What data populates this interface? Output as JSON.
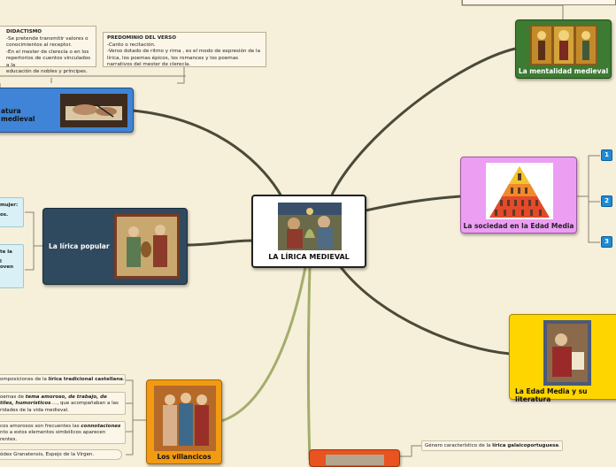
{
  "central": {
    "title": "LA LÍRICA MEDIEVAL"
  },
  "nodes": {
    "literatura": "atura medieval",
    "lirica_popular": "La lírica popular",
    "villancicos": "Los villancicos",
    "mentalidad": "La mentalidad medieval",
    "sociedad": "La sociedad en la Edad Media",
    "edad_media": "La Edad Media y su literatura"
  },
  "notes": {
    "didactismo": {
      "title": "DIDACTISMO",
      "lines": [
        "-Se pretende transmitir valores o",
        "conocimientos al receptor.",
        "-En el mester de clerecía o en los",
        "repertorios de cuentos vinculados a la",
        "educación de nobles y príncipes."
      ]
    },
    "verso": {
      "title": "PREDOMINIO DEL VERSO",
      "lines": [
        "-Canto o recitación.",
        "-Verso dotado de ritmo y rima , es el modo de expresión de la",
        "lírica, los poemas épicos, los romances y los poemas",
        "narrativos del mester de clerecía."
      ]
    }
  },
  "popular_side": {
    "item1_a": "mujer:",
    "item1_b": "os.",
    "item2_a": "te la",
    "item2_b": "l",
    "item2_c": "oven"
  },
  "villancicos_notes": {
    "n1_pre": "omposiciones de la ",
    "n1_bold": "lírica tradicional castellana",
    "n1_post": ".",
    "n2_pre": "oemas de ",
    "n2_bold": "tema amoroso, de trabajo, de",
    "n2_bold2": "tiles, humorísticos",
    "n2_post": "...., que acompañaban a las",
    "n2_line3": "ridades de la vida medieval.",
    "n3_pre": "cos amorosos son frecuentes las ",
    "n3_bold": "connotaciones",
    "n3_line2": "nto a estos elementos simbólicos aparecen",
    "n3_line3": "rentes.",
    "n4": "ódex Granatensis, Espejo de la Virgen."
  },
  "galaico": {
    "pre": "Género característico de la ",
    "bold": "lírica galaicoportuguesa",
    "post": "."
  },
  "badges": [
    "1",
    "2",
    "3"
  ],
  "colors": {
    "background": "#f6efd9",
    "branch": "#4a4a3a",
    "branch_green": "#a3ad6c",
    "literatura_bg": "#3f84d6",
    "popular_bg": "#2f4a5e",
    "villancicos_bg": "#f29a12",
    "mentalidad_bg": "#3d7a32",
    "sociedad_bg": "#ec9ef3",
    "edad_media_bg": "#ffd500",
    "bottom_bg": "#e8531f"
  }
}
